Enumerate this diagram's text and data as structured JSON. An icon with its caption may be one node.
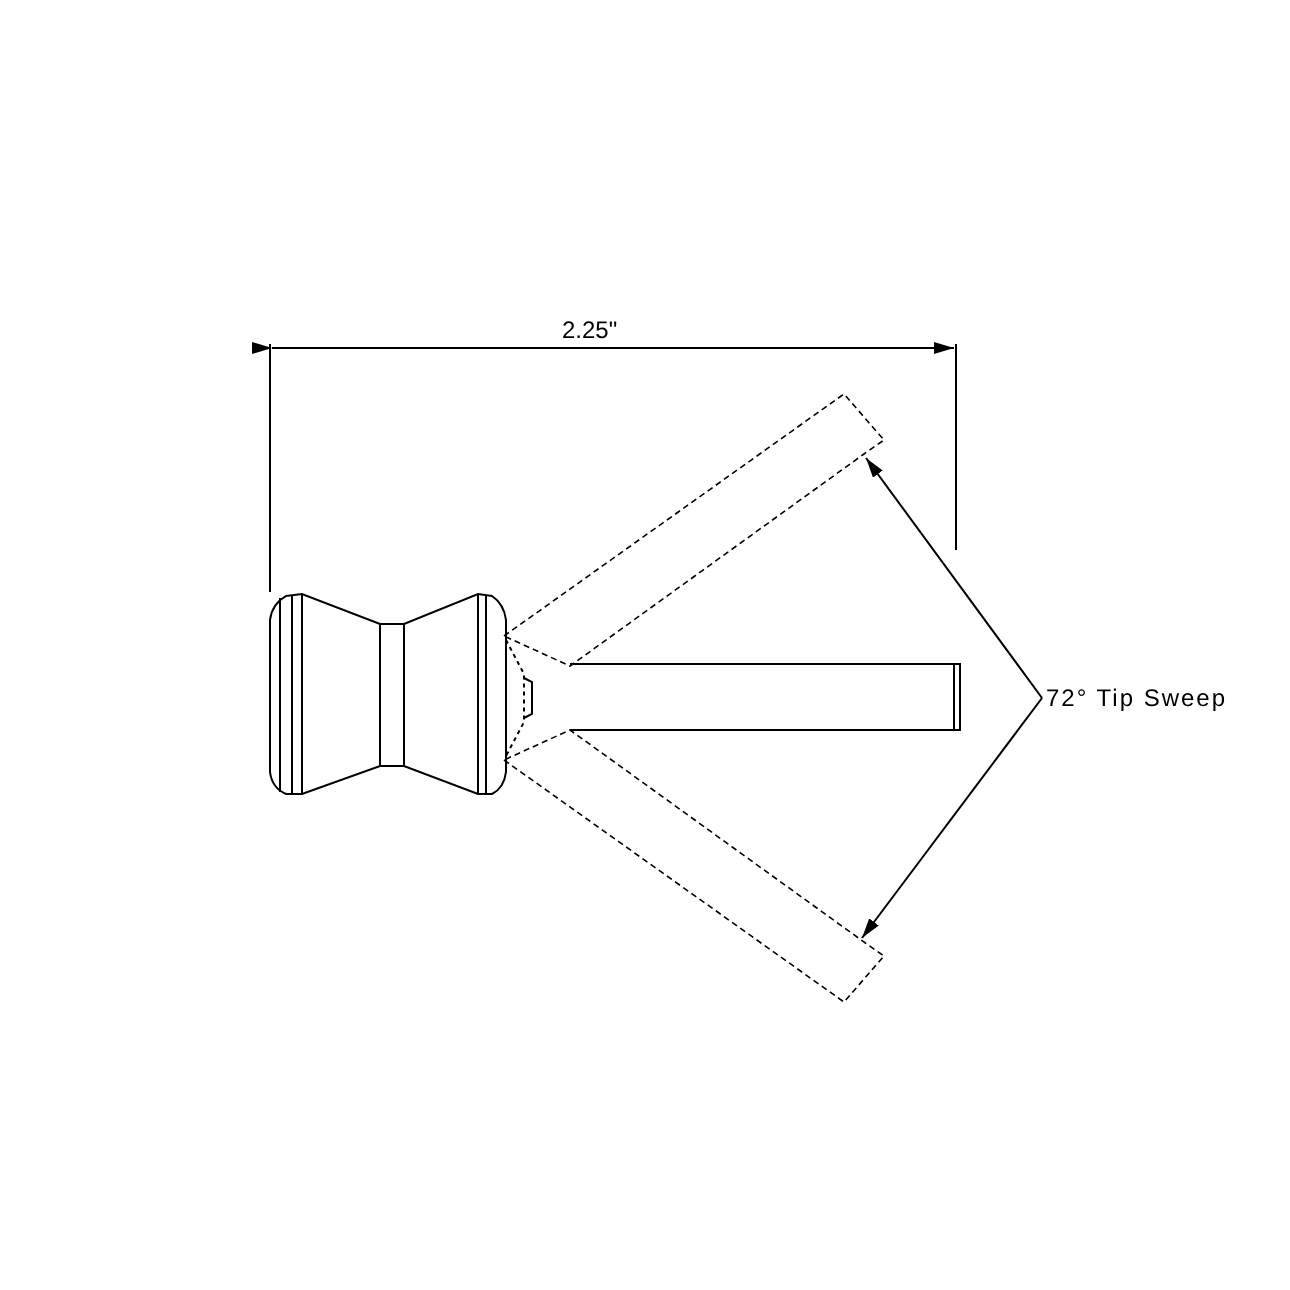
{
  "diagram": {
    "nodes": [
      {
        "text": [
          "72° Tip Sweep"
        ]
      },
      {
        "text": [],
        "shape": "bar"
      },
      {
        "text": [],
        "shape": "bar"
      }
    ],
    "edges": [
      {
        "from": 0,
        "to": 1,
        "arrow": "to"
      },
      {
        "from": 0,
        "to": 2,
        "arrow": "to"
      }
    ],
    "labels": [
      "2.25\""
    ]
  }
}
